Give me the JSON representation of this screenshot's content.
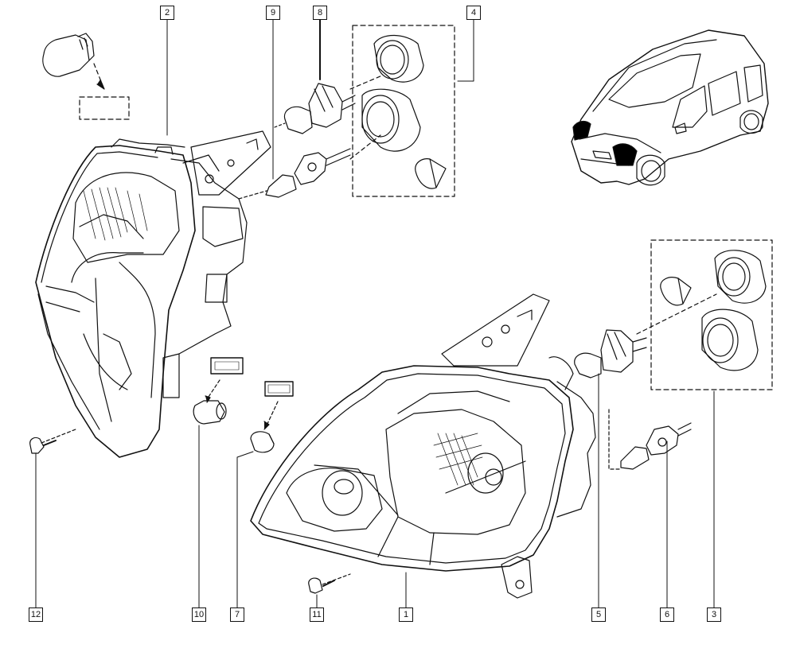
{
  "diagram": {
    "callouts": [
      {
        "id": "1",
        "label": "1"
      },
      {
        "id": "2",
        "label": "2"
      },
      {
        "id": "3",
        "label": "3"
      },
      {
        "id": "4",
        "label": "4"
      },
      {
        "id": "5",
        "label": "5"
      },
      {
        "id": "6",
        "label": "6"
      },
      {
        "id": "7",
        "label": "7"
      },
      {
        "id": "8",
        "label": "8"
      },
      {
        "id": "9",
        "label": "9"
      },
      {
        "id": "10",
        "label": "10"
      },
      {
        "id": "11",
        "label": "11"
      },
      {
        "id": "12",
        "label": "12"
      }
    ],
    "colors": {
      "line": "#111111",
      "background": "#ffffff",
      "highlight": "#000000"
    }
  }
}
